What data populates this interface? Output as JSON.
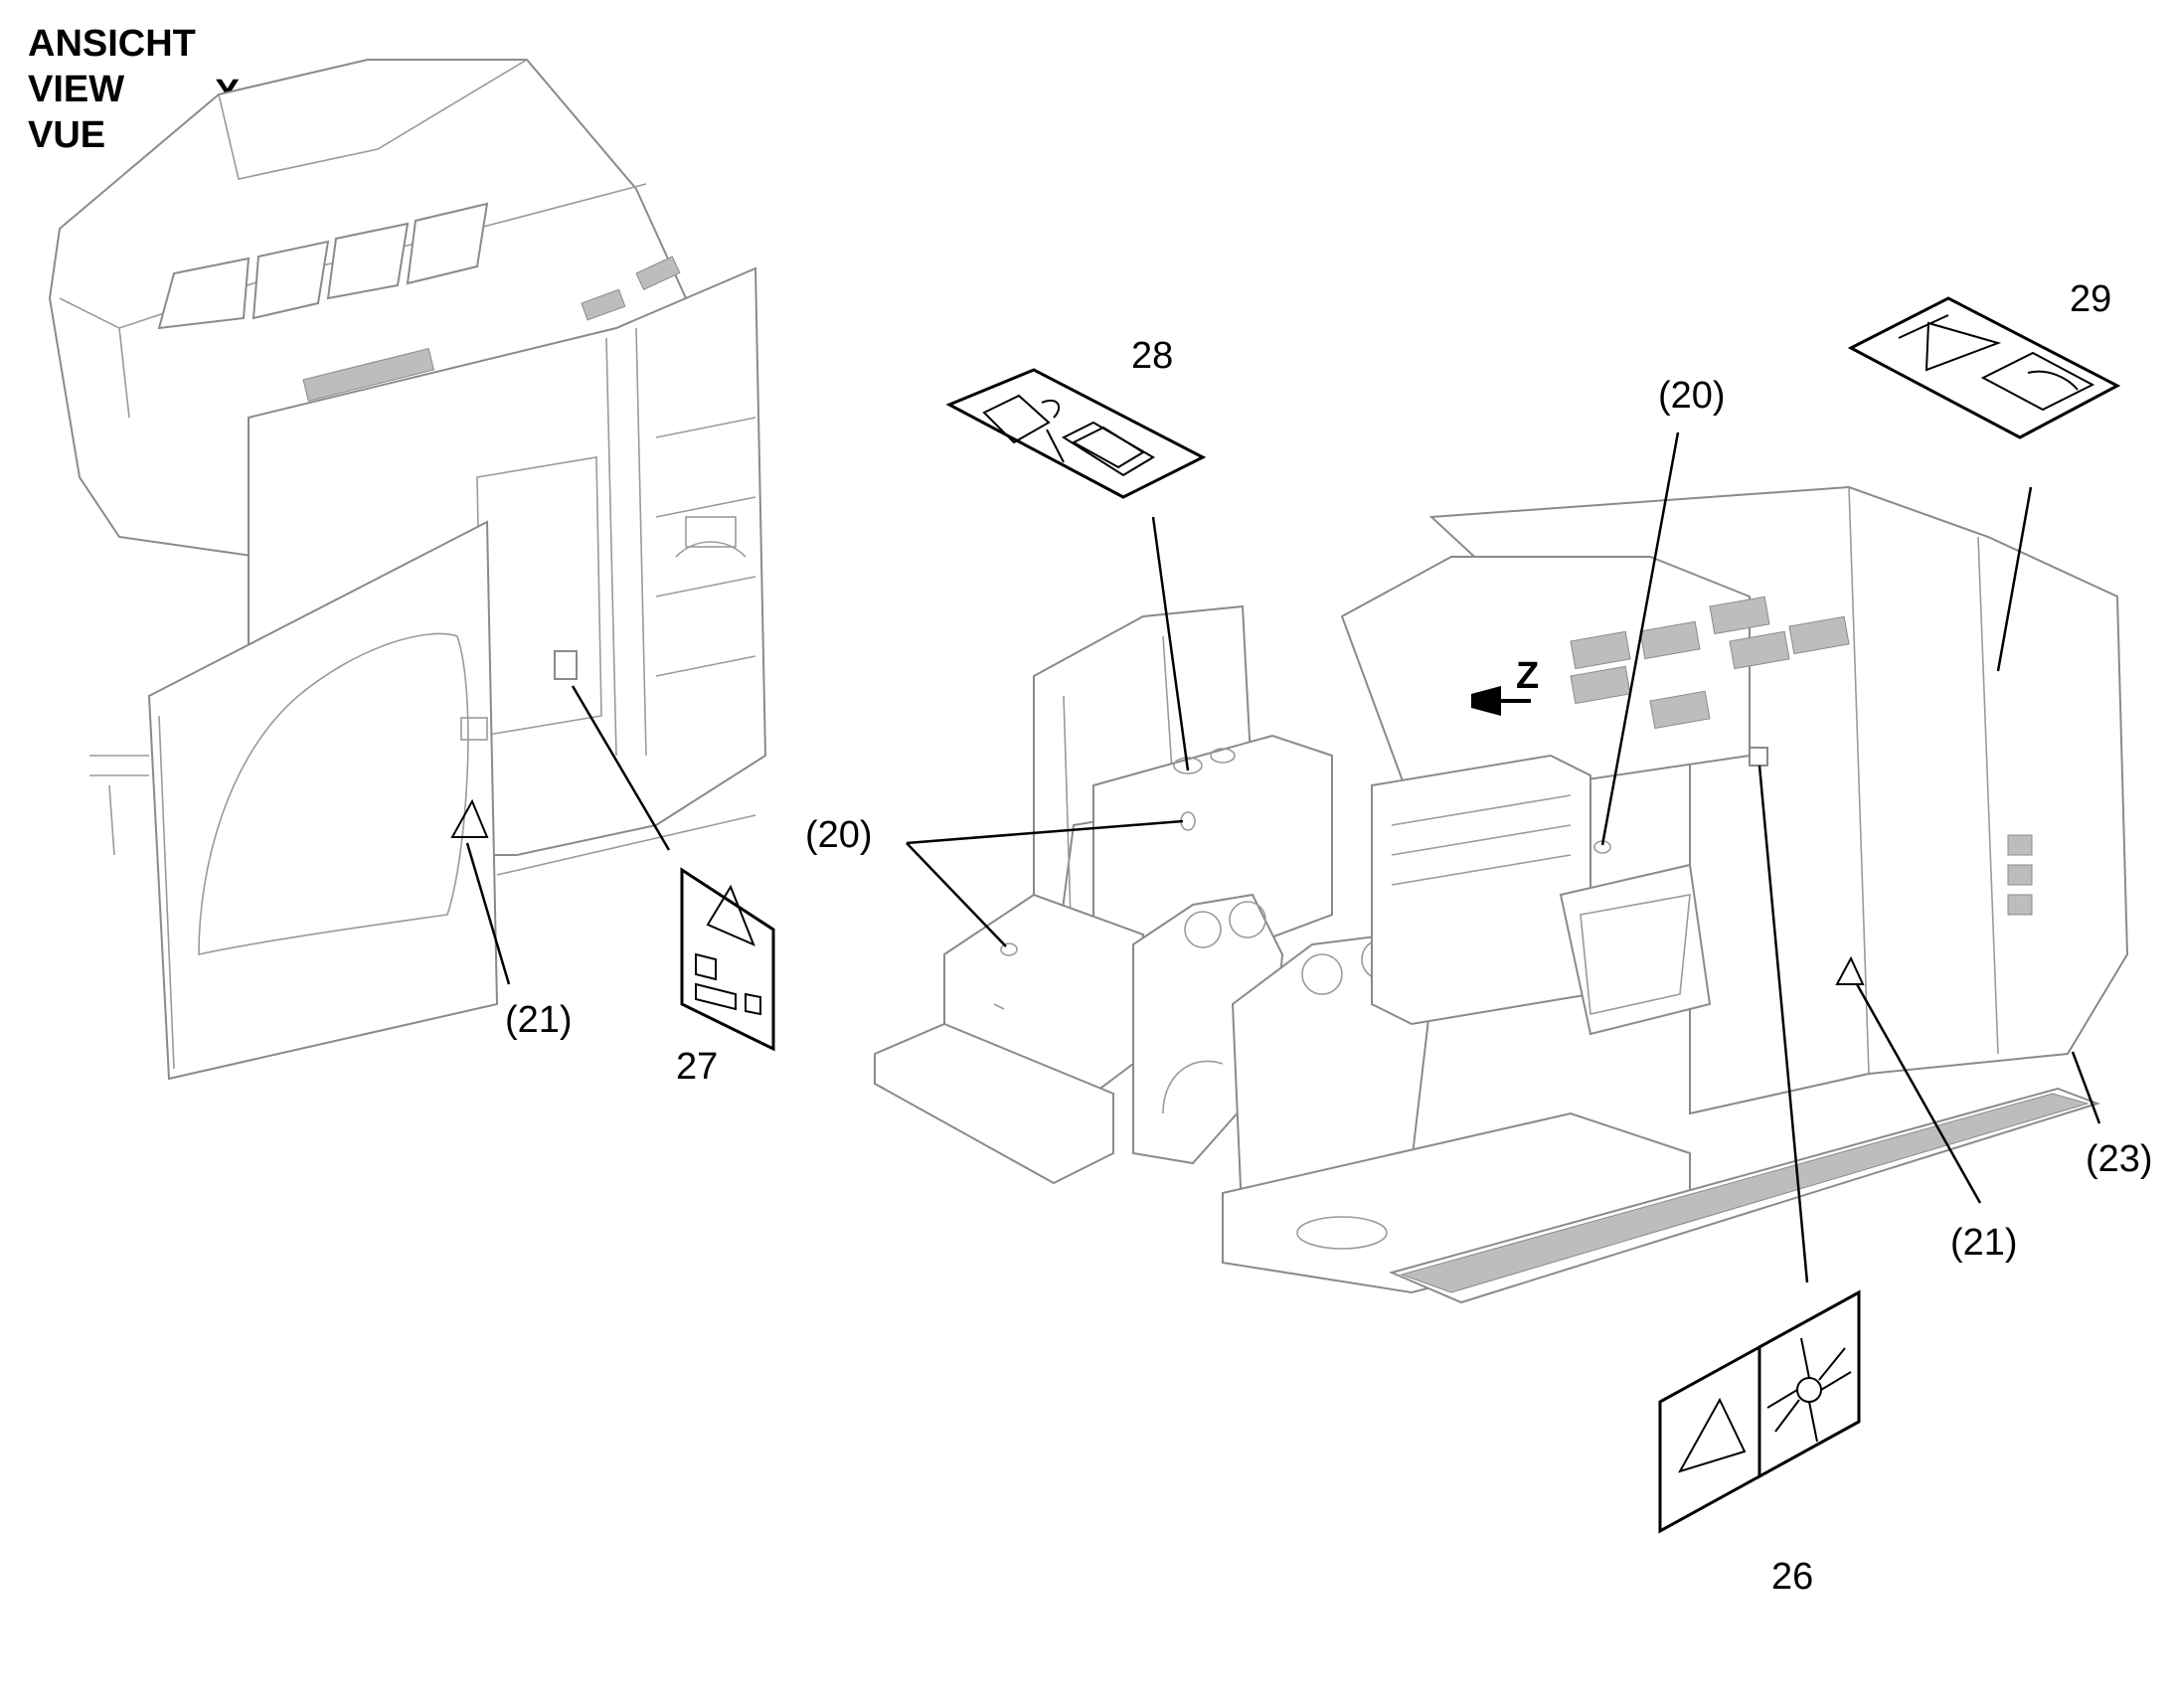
{
  "view_header": {
    "line1": "ANSICHT",
    "line2": "VIEW",
    "line3": "VUE",
    "letter": "X"
  },
  "arrow_label": "Z",
  "callouts": {
    "c20_left": "(20)",
    "c20_top": "(20)",
    "c21_left": "(21)",
    "c21_right": "(21)",
    "c23": "(23)",
    "d26": "26",
    "d27": "27",
    "d28": "28",
    "d29": "29"
  }
}
